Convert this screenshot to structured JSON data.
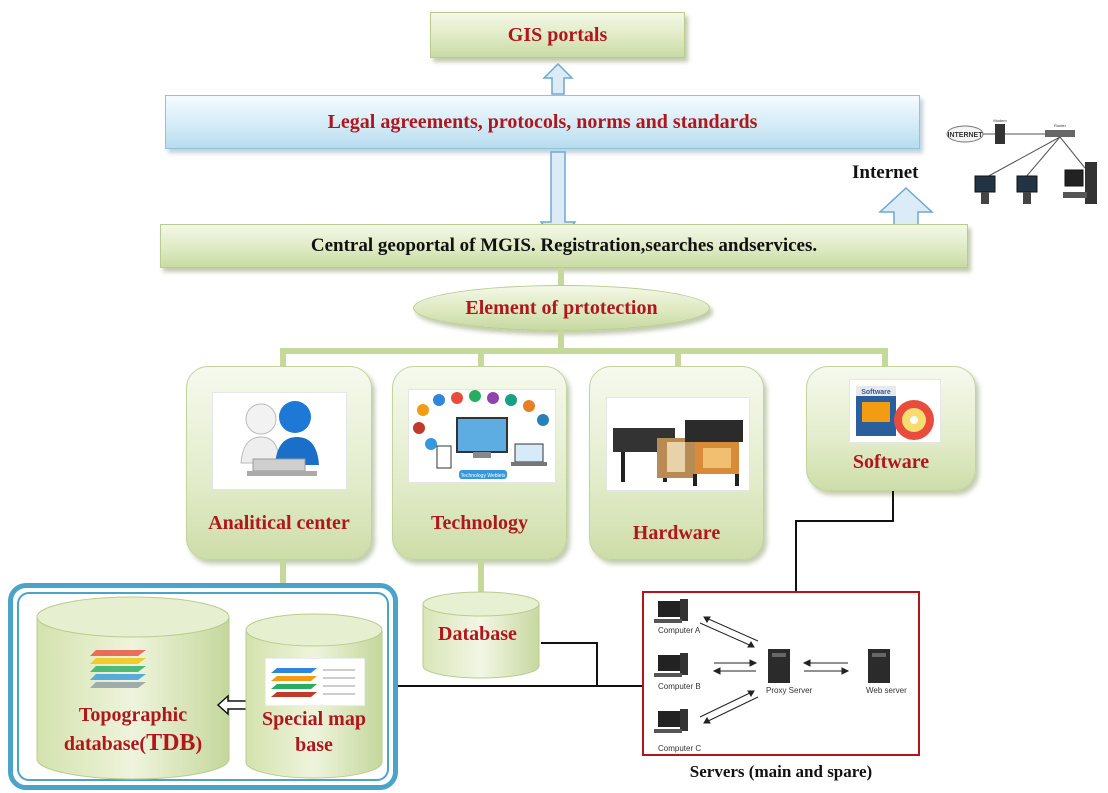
{
  "portals": {
    "label": "GIS portals"
  },
  "legal": {
    "label": "Legal agreements, protocols, norms and standards"
  },
  "internet": {
    "label": "Internet"
  },
  "geoportal": {
    "label": "Central geoportal of MGIS. Registration,searches andservices."
  },
  "protection": {
    "label": "Element of prtotection"
  },
  "cards": [
    {
      "label": "Analitical center"
    },
    {
      "label": "Technology"
    },
    {
      "label": "Hardware"
    },
    {
      "label": "Software"
    }
  ],
  "database": {
    "label": "Database"
  },
  "tdb": {
    "line1": "Topographic",
    "line2a": "database(",
    "line2b": "TDB",
    "line2c": ")"
  },
  "special": {
    "line1": "Special map",
    "line2": "base"
  },
  "servers": {
    "caption": "Servers (main and spare)",
    "computer_a": "Computer A",
    "computer_b": "Computer B",
    "computer_c": "Computer C",
    "proxy": "Proxy Server",
    "web": "Web server"
  },
  "network": {
    "internet_cloud": "INTERNET",
    "modem": "Modem",
    "router": "Router"
  },
  "icons": {
    "software_box_text": "Software",
    "tech_banner": "Technology Weblets"
  },
  "colors": {
    "red_text": "#b0161c",
    "green_fill": "#dfeac4",
    "blue_frame": "#4aa3c8",
    "server_frame": "#b4141a"
  }
}
